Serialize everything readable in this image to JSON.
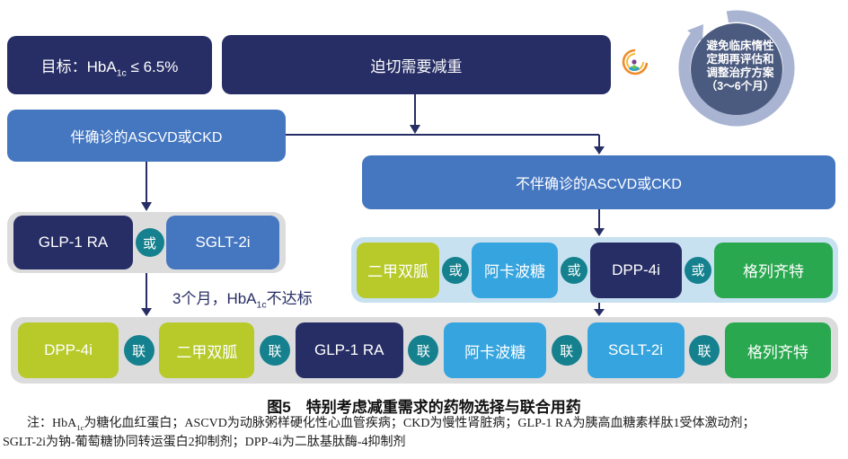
{
  "colors": {
    "navy": "#272e65",
    "blue": "#4577c1",
    "sky": "#36a4de",
    "lime": "#b7ca2a",
    "green": "#29a84f",
    "teal": "#15818e",
    "gray_panel": "#dcdcdd",
    "lightblue_panel": "#c8e1f1",
    "ring": "#a8b4d2",
    "slate_circle": "#4b5a7f"
  },
  "goal_box": {
    "prefix": "目标：HbA",
    "sub": "1c",
    "suffix": " ≤ 6.5%"
  },
  "urgent_box": {
    "label": "迫切需要减重"
  },
  "cycle": {
    "line1": "避免临床惰性",
    "line2": "定期再评估和",
    "line3": "调整治疗方案",
    "line4": "（3～6个月）"
  },
  "branch_confirmed": {
    "label": "伴确诊的ASCVD或CKD"
  },
  "branch_not_confirmed": {
    "label": "不伴确诊的ASCVD或CKD"
  },
  "connectors": {
    "or": "或",
    "join": "联"
  },
  "row1": {
    "drug1": "GLP-1 RA",
    "drug2": "SGLT-2i"
  },
  "three_month": {
    "prefix": "3个月，HbA",
    "sub": "1c",
    "suffix": "不达标"
  },
  "row2": {
    "drug1": "二甲双胍",
    "drug2": "阿卡波糖",
    "drug3": "DPP-4i",
    "drug4": "格列齐特"
  },
  "row3": {
    "drug1": "DPP-4i",
    "drug2": "二甲双胍",
    "drug3": "GLP-1 RA",
    "drug4": "阿卡波糖",
    "drug5": "SGLT-2i",
    "drug6": "格列齐特"
  },
  "figure": {
    "caption": "图5　特别考虑减重需求的药物选择与联合用药"
  },
  "notes": {
    "line1_prefix": "注：HbA",
    "line1_sub": "1c",
    "line1_rest": "为糖化血红蛋白；ASCVD为动脉粥样硬化性心血管疾病；CKD为慢性肾脏病；GLP-1 RA为胰高血糖素样肽1受体激动剂；",
    "line2": "SGLT-2i为钠-葡萄糖协同转运蛋白2抑制剂；DPP-4i为二肽基肽酶-4抑制剂"
  }
}
